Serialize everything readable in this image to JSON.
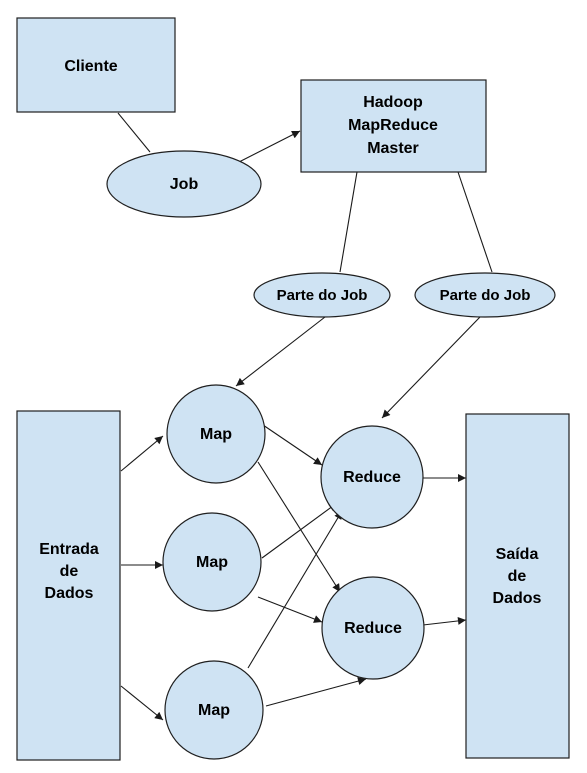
{
  "colors": {
    "fill": "#cfe3f3",
    "stroke": "#1f1f1f",
    "text": "#000000"
  },
  "nodes": {
    "cliente": "Cliente",
    "master": [
      "Hadoop",
      "MapReduce",
      "Master"
    ],
    "job": "Job",
    "parte_job_1": "Parte do Job",
    "parte_job_2": "Parte do Job",
    "entrada": [
      "Entrada",
      "de",
      "Dados"
    ],
    "map_1": "Map",
    "map_2": "Map",
    "map_3": "Map",
    "reduce_1": "Reduce",
    "reduce_2": "Reduce",
    "saida": [
      "Saída",
      "de",
      "Dados"
    ]
  }
}
